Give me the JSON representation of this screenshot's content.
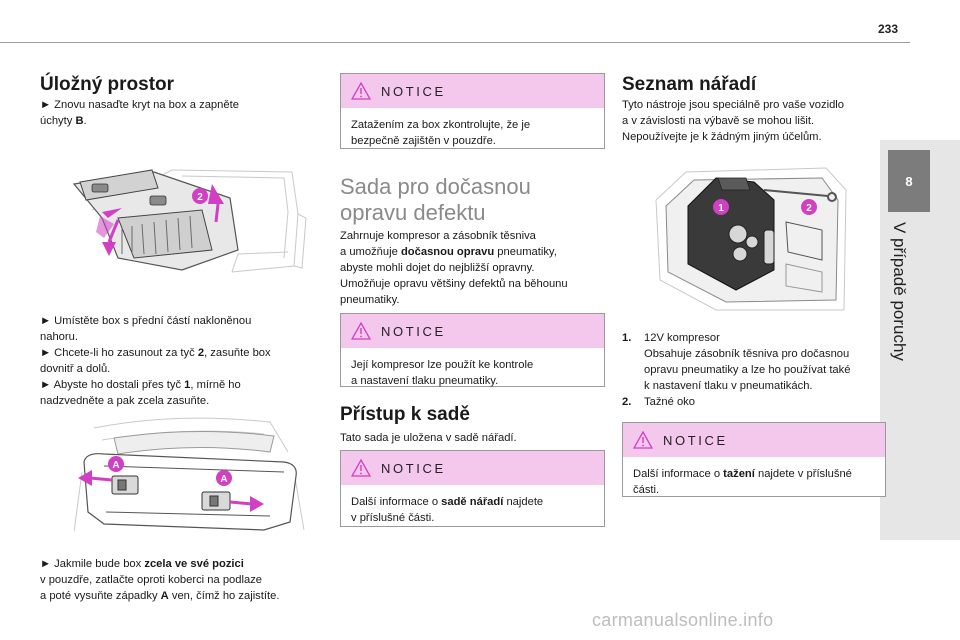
{
  "page_number": "233",
  "chapter": {
    "number": "8",
    "title": "V případě poruchy"
  },
  "col1": {
    "heading": "Úložný prostor",
    "step1": "► Znovu nasaďte kryt na box a zapněte",
    "step1b_pre": "úchyty ",
    "step1b_bold": "B",
    "step1b_post": ".",
    "fig1_callout": "2",
    "step2": "► Umístěte box s přední částí nakloněnou",
    "step2b": "nahoru.",
    "step3_pre": "► Chcete-li ho zasunout za tyč ",
    "step3_bold": "2",
    "step3_post": ", zasuňte box",
    "step3b": "dovnitř a dolů.",
    "step4_pre": "► Abyste ho dostali přes tyč ",
    "step4_bold": "1",
    "step4_post": ", mírně ho",
    "step4b": "nadzvedněte a pak zcela zasuňte.",
    "fig2_callout_a1": "A",
    "fig2_callout_a2": "A",
    "step5_pre": "► Jakmile bude box ",
    "step5_bold": "zcela ve své pozici",
    "step5b": "v pouzdře, zatlačte oproti koberci na podlaze",
    "step5c_pre": "a poté vysuňte západky ",
    "step5c_bold": "A",
    "step5c_post": " ven, čímž ho zajistíte."
  },
  "col2": {
    "notice1_label": "NOTICE",
    "notice1_l1": "Zatažením za box zkontrolujte, že je",
    "notice1_l2": "bezpečně zajištěn v pouzdře.",
    "heading_l1": "Sada pro dočasnou",
    "heading_l2": "opravu defektu",
    "p1_l1": "Zahrnuje kompresor a zásobník těsniva",
    "p1_l2_pre": "a umožňuje ",
    "p1_l2_bold": "dočasnou opravu",
    "p1_l2_post": " pneumatiky,",
    "p1_l3": "abyste mohli dojet do nejbližší opravny.",
    "p1_l4": "Umožňuje opravu většiny defektů na běhounu",
    "p1_l5": "pneumatiky.",
    "notice2_label": "NOTICE",
    "notice2_l1": "Její kompresor lze použít ke kontrole",
    "notice2_l2": "a nastavení tlaku pneumatiky.",
    "access_heading": "Přístup k sadě",
    "access_p": "Tato sada je uložena v sadě nářadí.",
    "notice3_label": "NOTICE",
    "notice3_l1_pre": "Další informace o ",
    "notice3_l1_bold": "sadě nářadí",
    "notice3_l1_post": " najdete",
    "notice3_l2": "v příslušné části."
  },
  "col3": {
    "heading": "Seznam nářadí",
    "p_l1": "Tyto nástroje jsou speciálně pro vaše vozidlo",
    "p_l2": "a v závislosti na výbavě se mohou lišit.",
    "p_l3": "Nepoužívejte je k žádným jiným účelům.",
    "fig_callout_1": "1",
    "fig_callout_2": "2",
    "item1_num": "1.",
    "item1_title": "12V kompresor",
    "item1_d1": "Obsahuje zásobník těsniva pro dočasnou",
    "item1_d2": "opravu pneumatiky a lze ho používat také",
    "item1_d3": "k nastavení tlaku v pneumatikách.",
    "item2_num": "2.",
    "item2_title": "Tažné oko",
    "notice_label": "NOTICE",
    "notice_l1_pre": "Další informace o ",
    "notice_l1_bold": "tažení",
    "notice_l1_post": " najdete v příslušné",
    "notice_l2": "části."
  },
  "watermark": "carmanualsonline.info",
  "colors": {
    "notice_bg": "#f4c8ec",
    "callout": "#d13fc4",
    "tab_bg": "#e6e6e6",
    "badge_bg": "#7c7c7c"
  }
}
